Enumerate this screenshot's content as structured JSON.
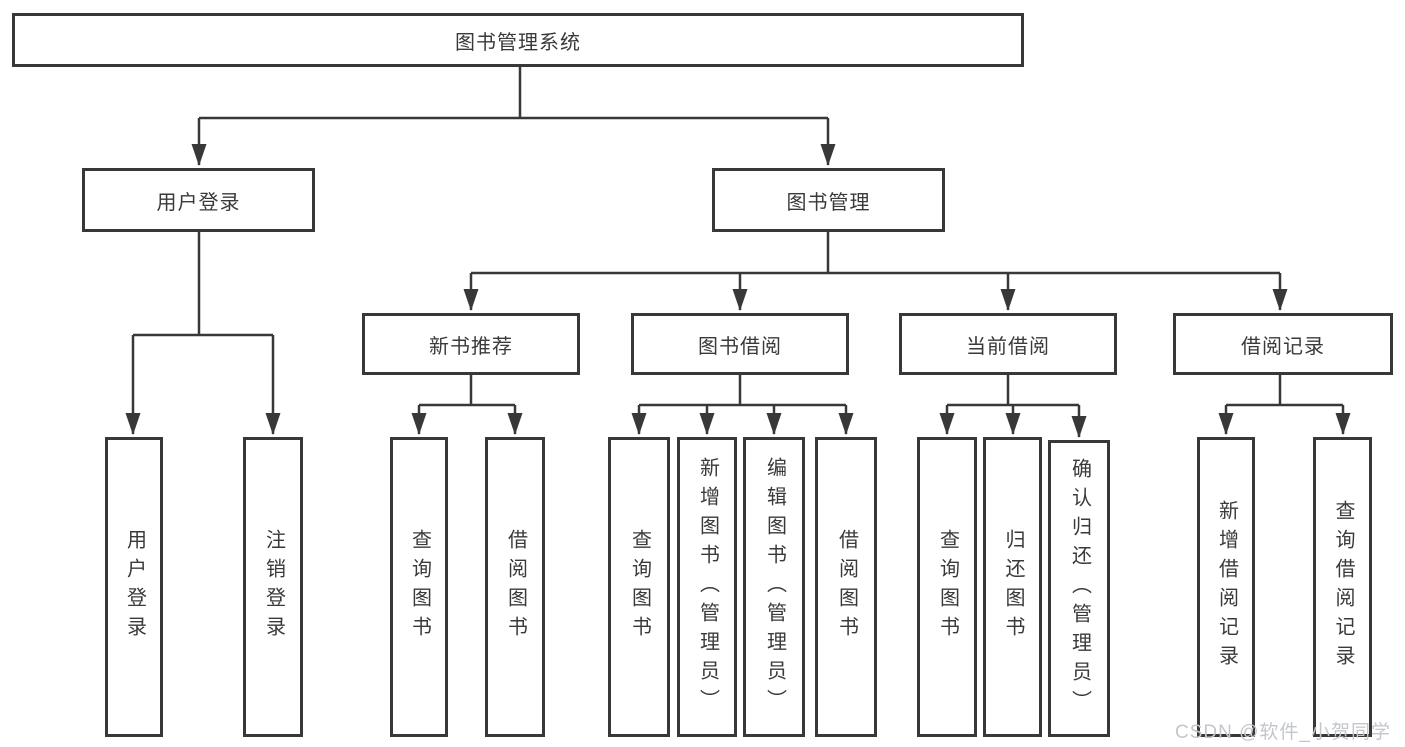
{
  "root": {
    "label": "图书管理系统"
  },
  "level2": [
    {
      "label": "用户登录"
    },
    {
      "label": "图书管理"
    }
  ],
  "level3": [
    {
      "label": "新书推荐"
    },
    {
      "label": "图书借阅"
    },
    {
      "label": "当前借阅"
    },
    {
      "label": "借阅记录"
    }
  ],
  "leafGroups": [
    {
      "parent": "用户登录",
      "items": [
        {
          "label": "用户登录"
        },
        {
          "label": "注销登录"
        }
      ]
    },
    {
      "parent": "新书推荐",
      "items": [
        {
          "label": "查询图书"
        },
        {
          "label": "借阅图书"
        }
      ]
    },
    {
      "parent": "图书借阅",
      "items": [
        {
          "label": "查询图书"
        },
        {
          "label": "新增图书（管理员）"
        },
        {
          "label": "编辑图书（管理员）"
        },
        {
          "label": "借阅图书"
        }
      ]
    },
    {
      "parent": "当前借阅",
      "items": [
        {
          "label": "查询图书"
        },
        {
          "label": "归还图书"
        },
        {
          "label": "确认归还（管理员）"
        }
      ]
    },
    {
      "parent": "借阅记录",
      "items": [
        {
          "label": "新增借阅记录"
        },
        {
          "label": "查询借阅记录"
        }
      ]
    }
  ],
  "watermark": {
    "text": "CSDN @软件_小贺同学"
  },
  "colors": {
    "line": "#383838",
    "text": "#3a3a3a",
    "background": "#ffffff",
    "watermark": "#c3c6cb"
  }
}
